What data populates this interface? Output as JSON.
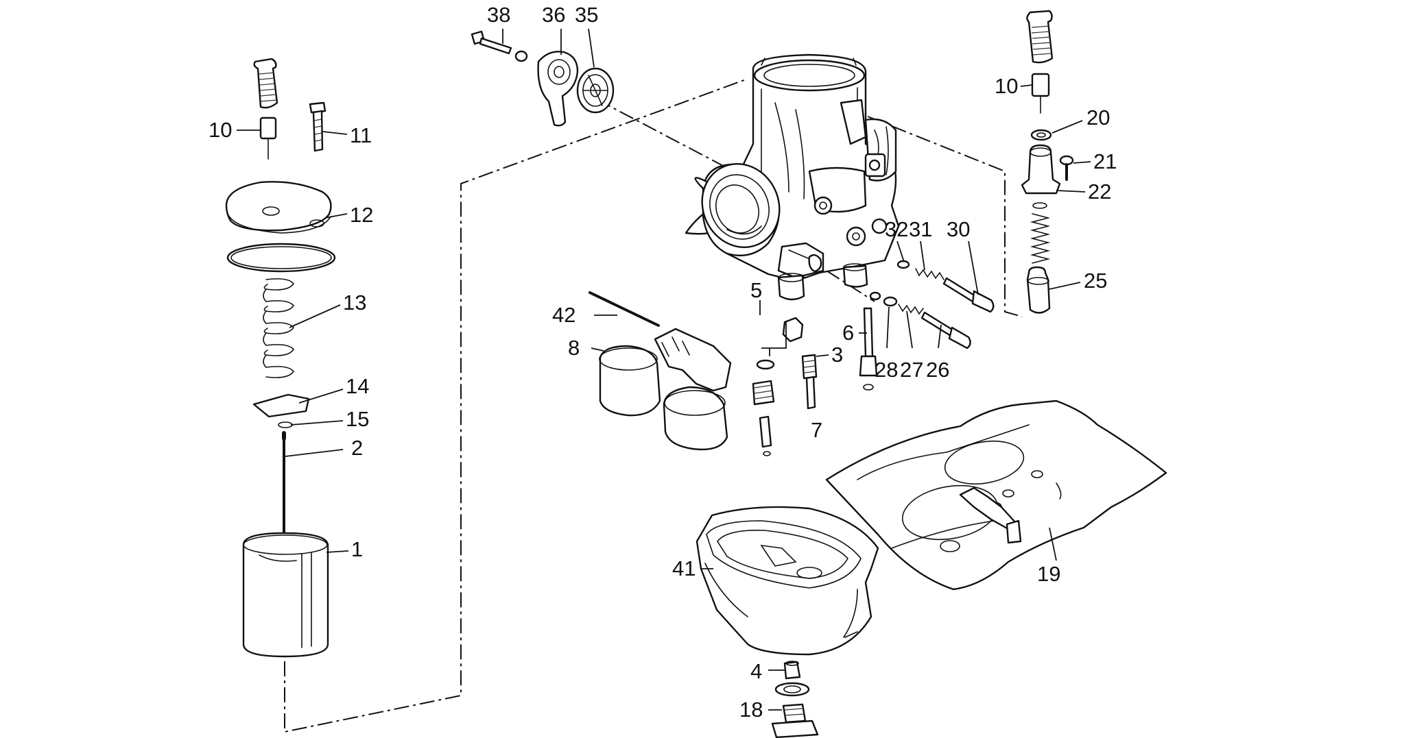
{
  "labels": {
    "l38": "38",
    "l36": "36",
    "l35": "35",
    "l10a": "10",
    "l11": "11",
    "l12": "12",
    "l13": "13",
    "l14": "14",
    "l15": "15",
    "l2": "2",
    "l1": "1",
    "l42": "42",
    "l8": "8",
    "l5": "5",
    "l3": "3",
    "l6": "6",
    "l7": "7",
    "l28": "28",
    "l27": "27",
    "l26": "26",
    "l32": "32",
    "l31": "31",
    "l30": "30",
    "l10b": "10",
    "l20": "20",
    "l21": "21",
    "l22": "22",
    "l25": "25",
    "l19": "19",
    "l41": "41",
    "l4": "4",
    "l18": "18"
  }
}
